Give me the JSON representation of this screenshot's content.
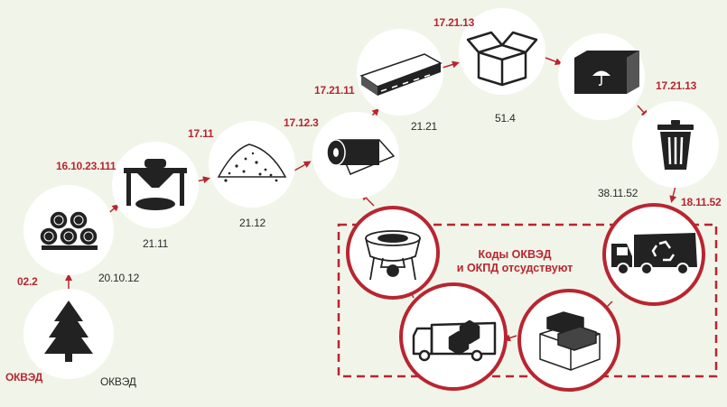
{
  "labels": {
    "okved_left": "ОКВЭД",
    "okved_right": "ОКВЭД",
    "c02_2": "02.2",
    "c20_10_12": "20.10.12",
    "c16_10_23_111": "16.10.23.111",
    "c21_11_a": "21.11",
    "c17_11": "17.11",
    "c21_12": "21.12",
    "c17_12_3": "17.12.3",
    "c17_21_11": "17.21.11",
    "c21_21": "21.21",
    "c17_21_13_top": "17.21.13",
    "c51_4": "51.4",
    "c17_21_13_right": "17.21.13",
    "c38_11_52": "38.11.52",
    "c18_11_52": "18.11.52"
  },
  "note": {
    "line1": "Коды ОКВЭД",
    "line2": "и ОКПД отсудствуют"
  },
  "colors": {
    "background": "#f1f5e9",
    "accent_red": "#b82531",
    "icon": "#222222",
    "node_fill": "#ffffff"
  },
  "icons": [
    "tree-icon",
    "logs-icon",
    "chipper-icon",
    "pulp-pile-icon",
    "paper-roll-icon",
    "cardboard-sheet-icon",
    "open-box-icon",
    "package-box-icon",
    "trash-bin-icon",
    "recycling-truck-icon",
    "box-stack-icon",
    "delivery-truck-icon",
    "pulper-machine-icon"
  ]
}
